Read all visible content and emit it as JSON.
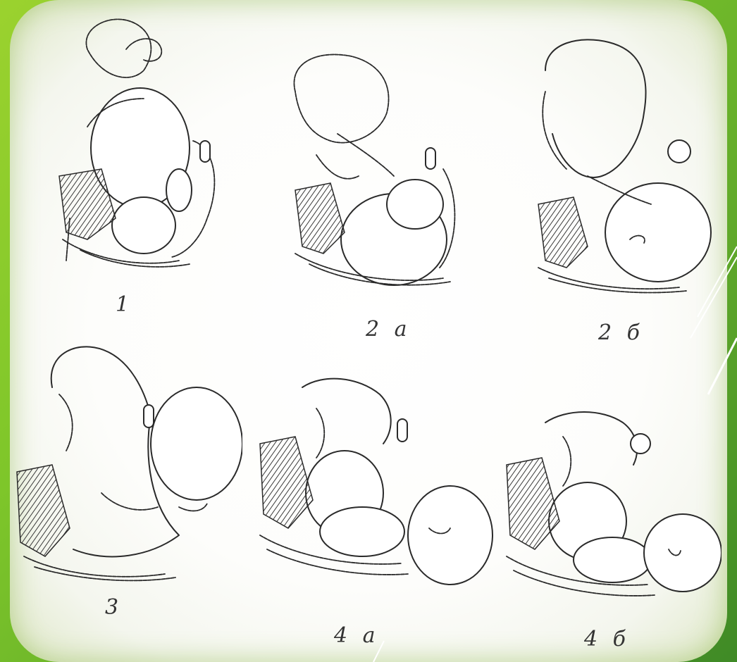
{
  "panels": [
    {
      "label": "1"
    },
    {
      "label": "2 a"
    },
    {
      "label": "2 б"
    },
    {
      "label": "3"
    },
    {
      "label": "4 a"
    },
    {
      "label": "4 б"
    }
  ],
  "colors": {
    "frame_green": "#7ec62a",
    "ink": "#2a2a2a",
    "background": "#ffffff"
  }
}
